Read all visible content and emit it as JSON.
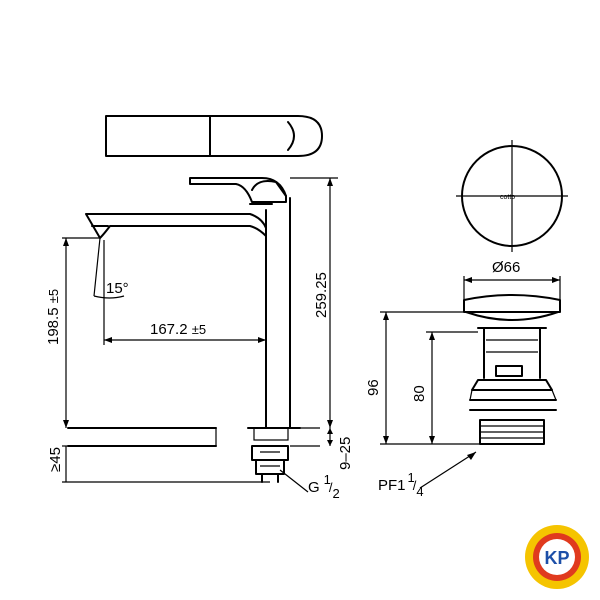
{
  "drawing": {
    "faucet_dims": {
      "height_total": "259.25",
      "spout_height": "198.5",
      "spout_height_tol": "±5",
      "spout_reach": "167.2",
      "spout_reach_tol": "±5",
      "spout_angle": "15°",
      "deck_thickness": "≥45",
      "deck_range": "9–25",
      "thread_prefix": "G",
      "thread_num": "1",
      "thread_den": "2"
    },
    "drain_dims": {
      "diameter": "Ø66",
      "height_total": "96",
      "height_body": "80",
      "thread_prefix": "PF1",
      "thread_num": "1",
      "thread_den": "4",
      "cap_text": "cotto"
    }
  },
  "logo": {
    "text": "KP",
    "colors": {
      "outer": "#f5c400",
      "ring": "#e03a1e",
      "text": "#1d4fa8"
    }
  }
}
